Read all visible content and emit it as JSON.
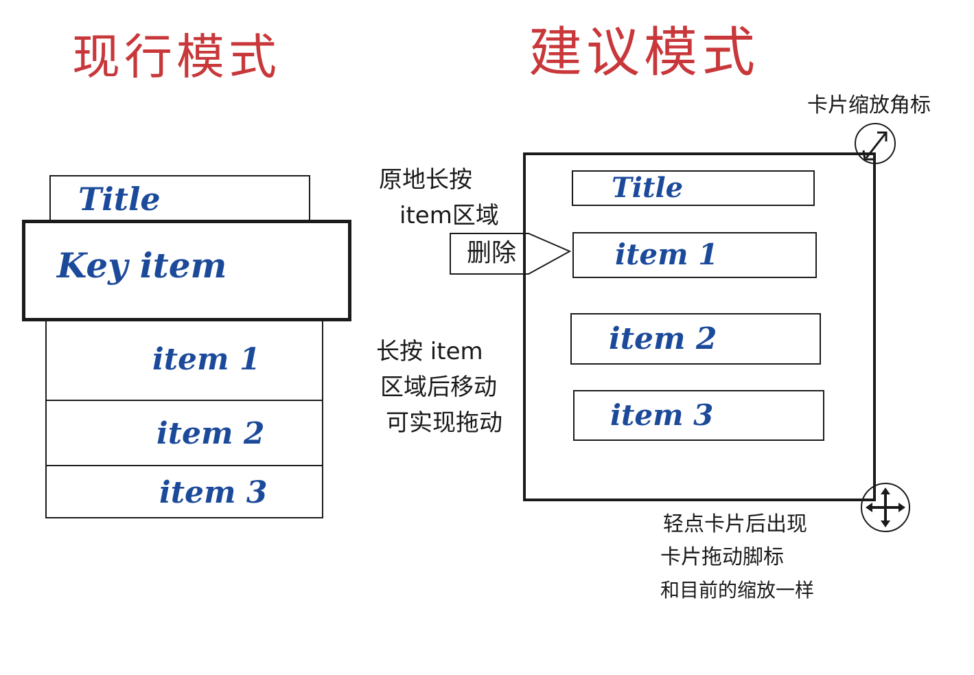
{
  "left": {
    "heading": "现行模式",
    "title": "Title",
    "key_item": "Key item",
    "items": [
      "item 1",
      "item 2",
      "item 3"
    ]
  },
  "right": {
    "heading": "建议模式",
    "title": "Title",
    "items": [
      "item 1",
      "item 2",
      "item 3"
    ],
    "delete_label": "删除",
    "notes": {
      "long_press_delete": [
        "原地长按",
        "item区域"
      ],
      "long_press_drag": [
        "长按 item",
        "区域后移动",
        "可实现拖动"
      ],
      "resize_corner": "卡片缩放角标",
      "tap_drag": [
        "轻点卡片后出现",
        "卡片拖动脚标",
        "和目前的缩放一样"
      ]
    }
  },
  "colors": {
    "heading": "#c8373a",
    "item_text": "#1c4a9a",
    "line": "#1a1a1a"
  },
  "icons": [
    "resize-arrow-icon",
    "move-cross-icon"
  ]
}
